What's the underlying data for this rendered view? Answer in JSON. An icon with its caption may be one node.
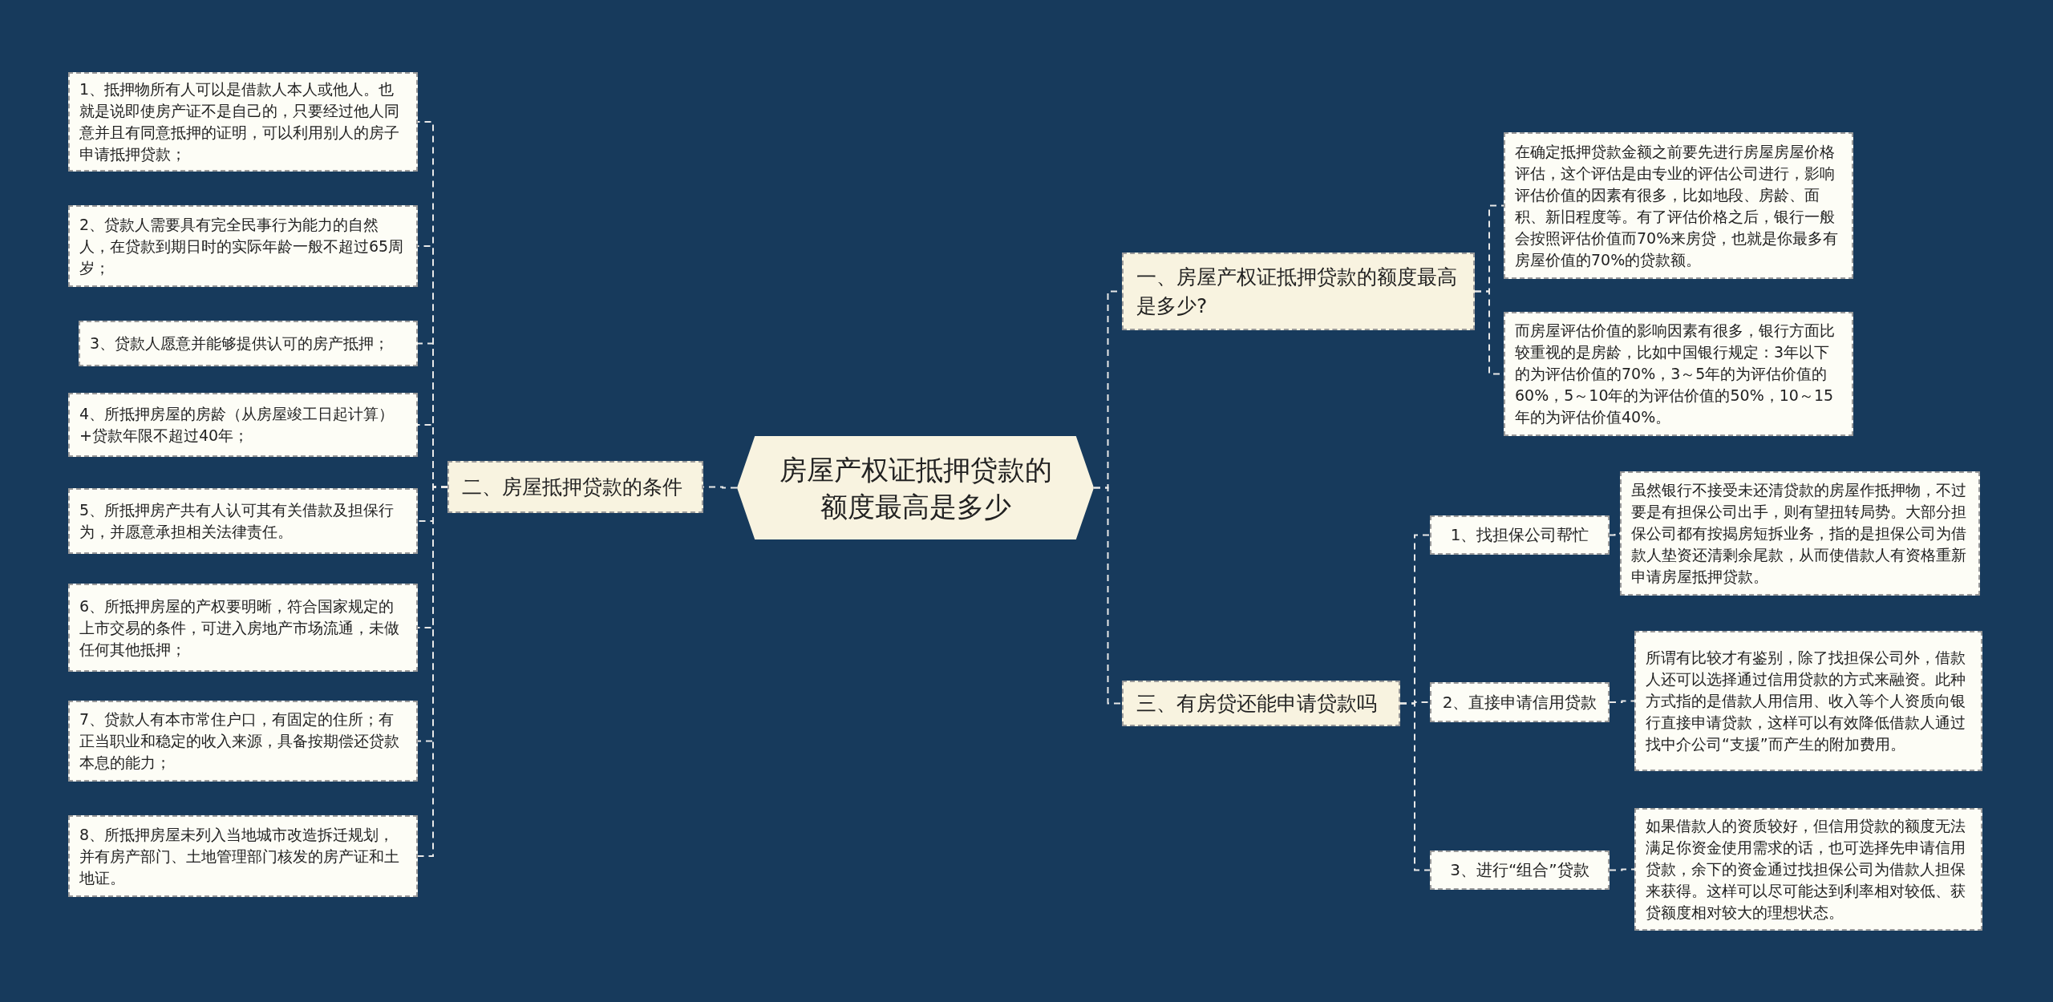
{
  "diagram": {
    "nodes": [
      {
        "text": [
          "房屋产权证抵押贷款的额度最高是多少"
        ]
      },
      {
        "text": [
          "一、房屋产权证抵押贷款的额度最高是多少?"
        ]
      },
      {
        "text": [
          "在确定抵押贷款金额之前要先进行房屋房屋价格评估，这个评估是由专业的评估公司进行，影响评估价值的因素有很多，比如地段、房龄、面积、新旧程度等。有了评估价格之后，银行一般会按照评估价值而70%来房贷，也就是你最多有房屋价值的70%的贷款额。"
        ]
      },
      {
        "text": [
          "而房屋评估价值的影响因素有很多，银行方面比较重视的是房龄，比如中国银行规定：3年以下的为评估价值的70%，3～5年的为评估价值的60%，5～10年的为评估价值的50%，10～15年的为评估价值40%。"
        ]
      },
      {
        "text": [
          "二、房屋抵押贷款的条件"
        ]
      },
      {
        "text": [
          "1、抵押物所有人可以是借款人本人或他人。也就是说即使房产证不是自己的，只要经过他人同意并且有同意抵押的证明，可以利用别人的房子申请抵押贷款；"
        ]
      },
      {
        "text": [
          "2、贷款人需要具有完全民事行为能力的自然人，在贷款到期日时的实际年龄一般不超过65周岁；"
        ]
      },
      {
        "text": [
          "3、贷款人愿意并能够提供认可的房产抵押；"
        ]
      },
      {
        "text": [
          "4、所抵押房屋的房龄（从房屋竣工日起计算）+贷款年限不超过40年；"
        ]
      },
      {
        "text": [
          "5、所抵押房产共有人认可其有关借款及担保行为，并愿意承担相关法律责任。"
        ]
      },
      {
        "text": [
          "6、所抵押房屋的产权要明晰，符合国家规定的上市交易的条件，可进入房地产市场流通，未做任何其他抵押；"
        ]
      },
      {
        "text": [
          "7、贷款人有本市常住户口，有固定的住所；有正当职业和稳定的收入来源，具备按期偿还贷款本息的能力；"
        ]
      },
      {
        "text": [
          "8、所抵押房屋未列入当地城市改造拆迁规划，并有房产部门、土地管理部门核发的房产证和土地证。"
        ]
      },
      {
        "text": [
          "三、有房贷还能申请贷款吗"
        ]
      },
      {
        "text": [
          "1、找担保公司帮忙"
        ]
      },
      {
        "text": [
          "虽然银行不接受未还清贷款的房屋作抵押物，不过要是有担保公司出手，则有望扭转局势。大部分担保公司都有按揭房短拆业务，指的是担保公司为借款人垫资还清剩余尾款，从而使借款人有资格重新申请房屋抵押贷款。"
        ]
      },
      {
        "text": [
          "2、直接申请信用贷款"
        ]
      },
      {
        "text": [
          "所谓有比较才有鉴别，除了找担保公司外，借款人还可以选择通过信用贷款的方式来融资。此种方式指的是借款人用信用、收入等个人资质向银行直接申请贷款，这样可以有效降低借款人通过找中介公司“支援”而产生的附加费用。"
        ]
      },
      {
        "text": [
          "3、进行“组合”贷款"
        ]
      },
      {
        "text": [
          "如果借款人的资质较好，但信用贷款的额度无法满足你资金使用需求的话，也可选择先申请信用贷款，余下的资金通过找担保公司为借款人担保来获得。这样可以尽可能达到利率相对较低、获贷额度相对较大的理想状态。"
        ]
      }
    ],
    "edges": [
      {
        "from": 0,
        "to": 1,
        "arrow": "none"
      },
      {
        "from": 1,
        "to": 2,
        "arrow": "none"
      },
      {
        "from": 1,
        "to": 3,
        "arrow": "none"
      },
      {
        "from": 0,
        "to": 4,
        "arrow": "none"
      },
      {
        "from": 4,
        "to": 5,
        "arrow": "none"
      },
      {
        "from": 4,
        "to": 6,
        "arrow": "none"
      },
      {
        "from": 4,
        "to": 7,
        "arrow": "none"
      },
      {
        "from": 4,
        "to": 8,
        "arrow": "none"
      },
      {
        "from": 4,
        "to": 9,
        "arrow": "none"
      },
      {
        "from": 4,
        "to": 10,
        "arrow": "none"
      },
      {
        "from": 4,
        "to": 11,
        "arrow": "none"
      },
      {
        "from": 4,
        "to": 12,
        "arrow": "none"
      },
      {
        "from": 0,
        "to": 13,
        "arrow": "none"
      },
      {
        "from": 13,
        "to": 14,
        "arrow": "none"
      },
      {
        "from": 14,
        "to": 15,
        "arrow": "none"
      },
      {
        "from": 13,
        "to": 16,
        "arrow": "none"
      },
      {
        "from": 16,
        "to": 17,
        "arrow": "none"
      },
      {
        "from": 13,
        "to": 18,
        "arrow": "none"
      },
      {
        "from": 18,
        "to": 19,
        "arrow": "none"
      }
    ]
  }
}
